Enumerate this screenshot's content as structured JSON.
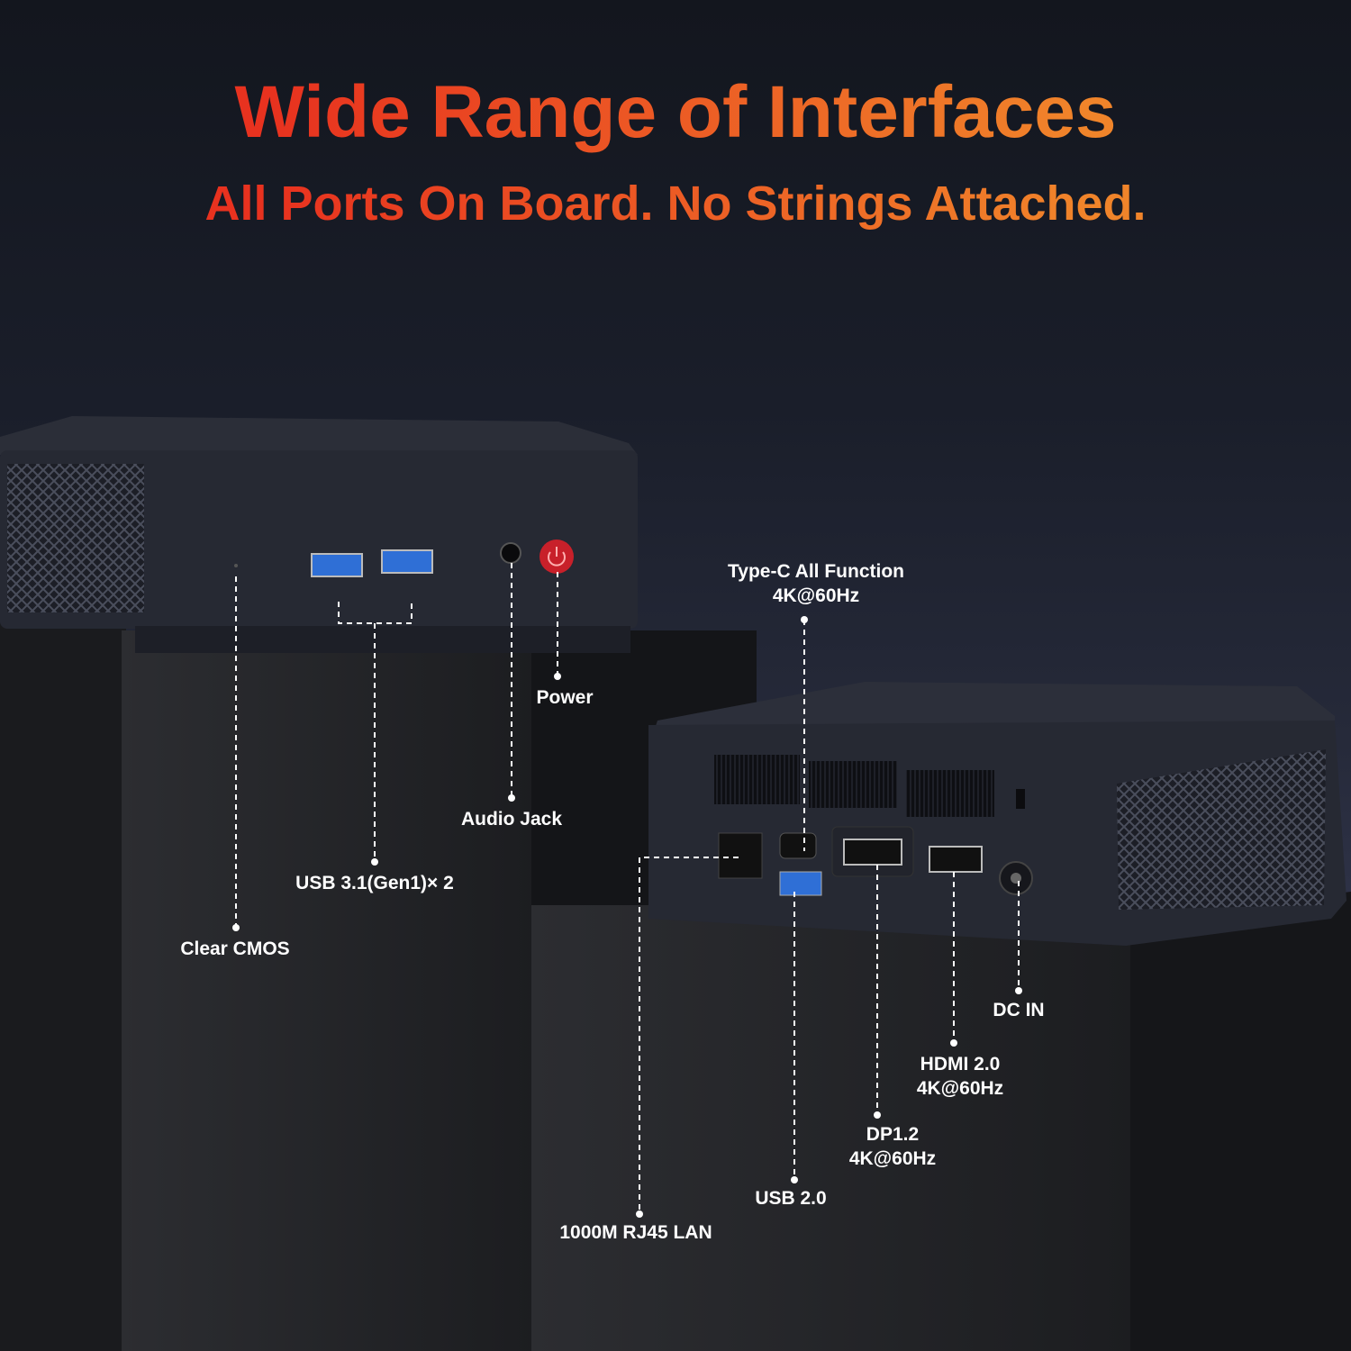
{
  "header": {
    "title": "Wide Range of Interfaces",
    "subtitle": "All Ports On Board. No Strings Attached."
  },
  "front_callouts": {
    "clear_cmos": "Clear CMOS",
    "usb31": "USB 3.1(Gen1)× 2",
    "audio_jack": "Audio Jack",
    "power": "Power"
  },
  "rear_callouts": {
    "typec_line1": "Type-C All Function",
    "typec_line2": "4K@60Hz",
    "lan": "1000M RJ45 LAN",
    "usb20": "USB 2.0",
    "dp_line1": "DP1.2",
    "dp_line2": "4K@60Hz",
    "hdmi_line1": "HDMI 2.0",
    "hdmi_line2": "4K@60Hz",
    "dc_in": "DC IN"
  },
  "colors": {
    "title_start": "#e8321f",
    "title_end": "#f0842a",
    "usb3_blue": "#2f6fd6",
    "power_red": "#c8202a"
  }
}
